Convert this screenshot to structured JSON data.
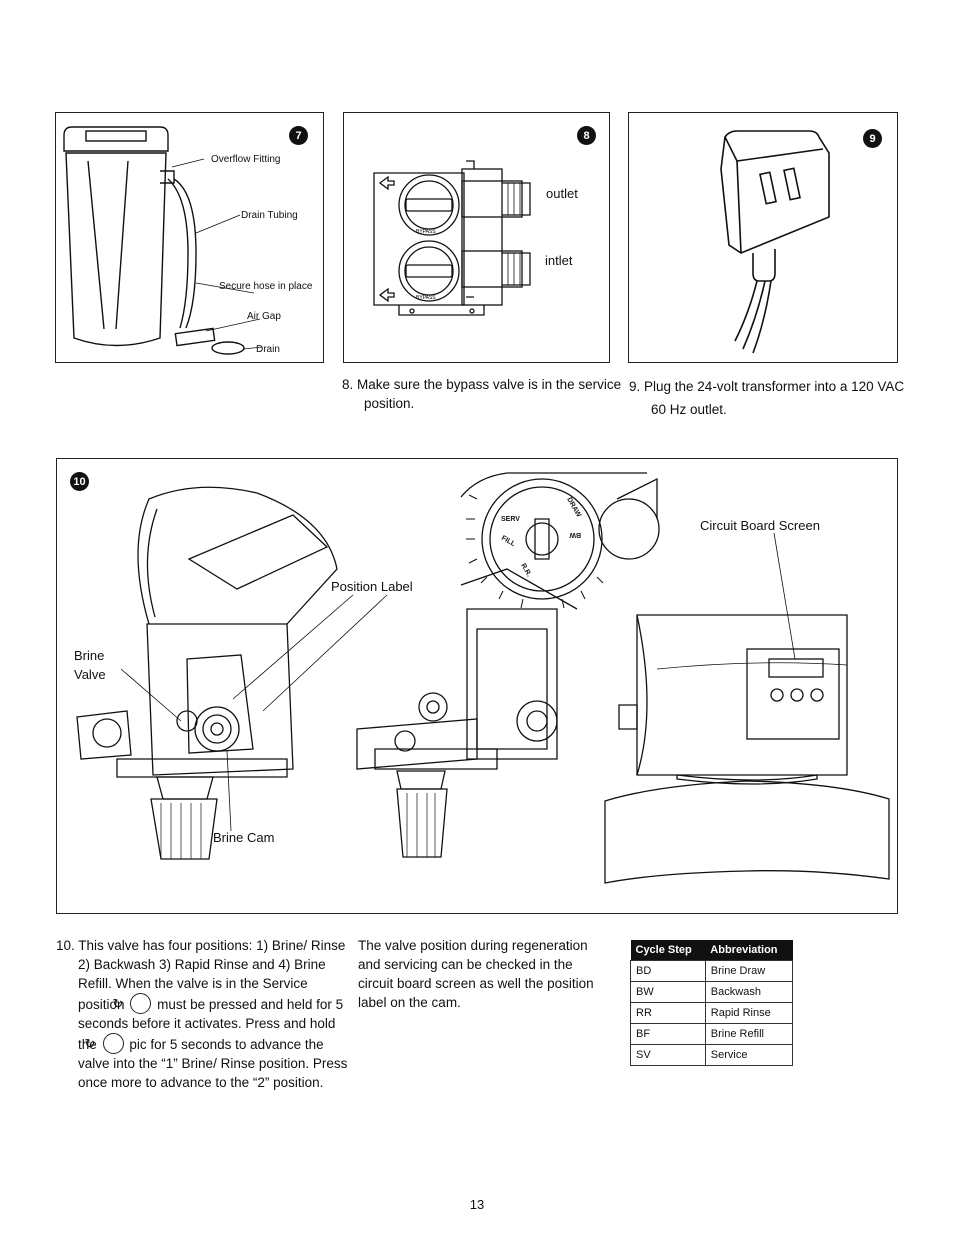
{
  "panel7": {
    "badge": "7",
    "labels": {
      "overflow": "Overflow Fitting",
      "drain_tubing": "Drain Tubing",
      "secure": "Secure hose in place",
      "air_gap": "Air Gap",
      "drain": "Drain"
    }
  },
  "panel8": {
    "badge": "8",
    "outlet": "outlet",
    "inlet": "intlet",
    "bypass_text": "BYPASS",
    "caption": "8. Make sure the bypass valve is in the service position."
  },
  "panel9": {
    "badge": "9",
    "caption": "9. Plug the 24-volt transformer into a 120 VAC 60 Hz outlet."
  },
  "panel10": {
    "badge": "10",
    "circuit_board": "Circuit Board Screen",
    "position_label": "Position Label",
    "brine_valve": "Brine Valve",
    "brine_cam": "Brine Cam",
    "cam_labels": {
      "serv": "SERV",
      "fill": "FILL",
      "rr": "R.R.",
      "bw": "BW",
      "draw": "DRAW"
    }
  },
  "step10": {
    "part1": "10. This valve has four positions: 1) Brine/ Rinse 2) Backwash 3) Rapid Rinse and 4) Brine Refill. When the valve is in the Service position",
    "part2": "must be pressed and held for 5 seconds before it activates. Press and hold the",
    "part3": "pic for 5 seconds to advance the valve into the “1” Brine/ Rinse position. Press once more to advance to the “2” position."
  },
  "note": "The valve position during regeneration and servicing can be checked in the circuit board screen as well the position label on the cam.",
  "icons": {
    "regen": "regen-button-icon"
  },
  "table": {
    "headers": [
      "Cycle Step",
      "Abbreviation"
    ],
    "rows": [
      [
        "BD",
        "Brine Draw"
      ],
      [
        "BW",
        "Backwash"
      ],
      [
        "RR",
        "Rapid Rinse"
      ],
      [
        "BF",
        "Brine Refill"
      ],
      [
        "SV",
        "Service"
      ]
    ]
  },
  "page_number": "13"
}
